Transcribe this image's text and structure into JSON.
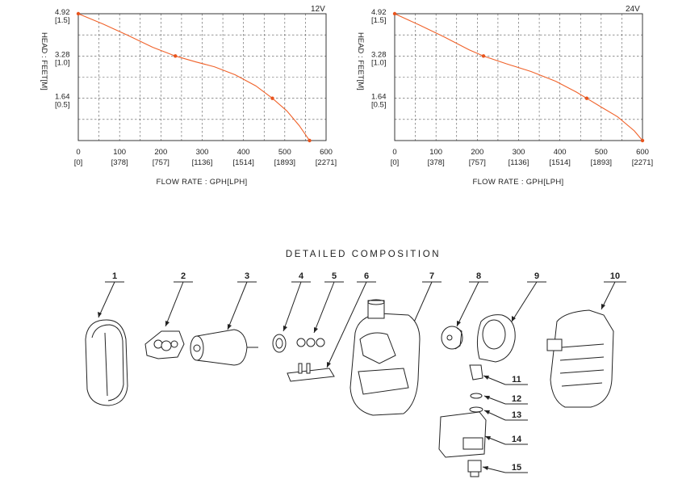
{
  "chart_data": [
    {
      "type": "line",
      "title": "12V",
      "xlabel": "FLOW RATE : GPH[LPH]",
      "ylabel": "HEAD : FEET[M]",
      "xlim": [
        0,
        600
      ],
      "ylim": [
        0,
        4.92
      ],
      "x_ticks": [
        0,
        100,
        200,
        300,
        400,
        500,
        600
      ],
      "x_tick_labels": [
        "0",
        "100",
        "200",
        "300",
        "400",
        "500",
        "600"
      ],
      "x_tick_sublabels": [
        "[0]",
        "[378]",
        "[757]",
        "[1136]",
        "[1514]",
        "[1893]",
        "[2271]"
      ],
      "y_ticks": [
        4.92,
        3.28,
        1.64
      ],
      "y_tick_labels": [
        "4.92",
        "3.28",
        "1.64"
      ],
      "y_tick_sublabels": [
        "[1.5]",
        "[1.0]",
        "[0.5]"
      ],
      "grid": true,
      "series": [
        {
          "x": [
            0,
            60,
            120,
            180,
            235,
            285,
            330,
            380,
            430,
            470,
            505,
            535,
            560
          ],
          "y": [
            4.92,
            4.52,
            4.08,
            3.62,
            3.28,
            3.05,
            2.86,
            2.55,
            2.12,
            1.64,
            1.15,
            0.58,
            0.0
          ]
        }
      ],
      "markers": [
        {
          "x": 0,
          "y": 4.92
        },
        {
          "x": 235,
          "y": 3.28
        },
        {
          "x": 470,
          "y": 1.64
        },
        {
          "x": 560,
          "y": 0.0
        }
      ]
    },
    {
      "type": "line",
      "title": "24V",
      "xlabel": "FLOW RATE : GPH[LPH]",
      "ylabel": "HEAD : FEET[M]",
      "xlim": [
        0,
        600
      ],
      "ylim": [
        0,
        4.92
      ],
      "x_ticks": [
        0,
        100,
        200,
        300,
        400,
        500,
        600
      ],
      "x_tick_labels": [
        "0",
        "100",
        "200",
        "300",
        "400",
        "500",
        "600"
      ],
      "x_tick_sublabels": [
        "[0]",
        "[378]",
        "[757]",
        "[1136]",
        "[1514]",
        "[1893]",
        "[2271]"
      ],
      "y_ticks": [
        4.92,
        3.28,
        1.64
      ],
      "y_tick_labels": [
        "4.92",
        "3.28",
        "1.64"
      ],
      "y_tick_sublabels": [
        "[1.5]",
        "[1.0]",
        "[0.5]"
      ],
      "grid": true,
      "series": [
        {
          "x": [
            0,
            60,
            120,
            180,
            215,
            270,
            330,
            390,
            440,
            465,
            500,
            540,
            580,
            600
          ],
          "y": [
            4.92,
            4.48,
            4.02,
            3.52,
            3.28,
            2.98,
            2.68,
            2.3,
            1.88,
            1.64,
            1.3,
            0.92,
            0.38,
            0.0
          ]
        }
      ],
      "markers": [
        {
          "x": 0,
          "y": 4.92
        },
        {
          "x": 215,
          "y": 3.28
        },
        {
          "x": 465,
          "y": 1.64
        },
        {
          "x": 600,
          "y": 0.0
        }
      ]
    }
  ],
  "diagram": {
    "title": "DETAILED COMPOSITION",
    "part_numbers": [
      "1",
      "2",
      "3",
      "4",
      "5",
      "6",
      "7",
      "8",
      "9",
      "10",
      "11",
      "12",
      "13",
      "14",
      "15"
    ]
  }
}
